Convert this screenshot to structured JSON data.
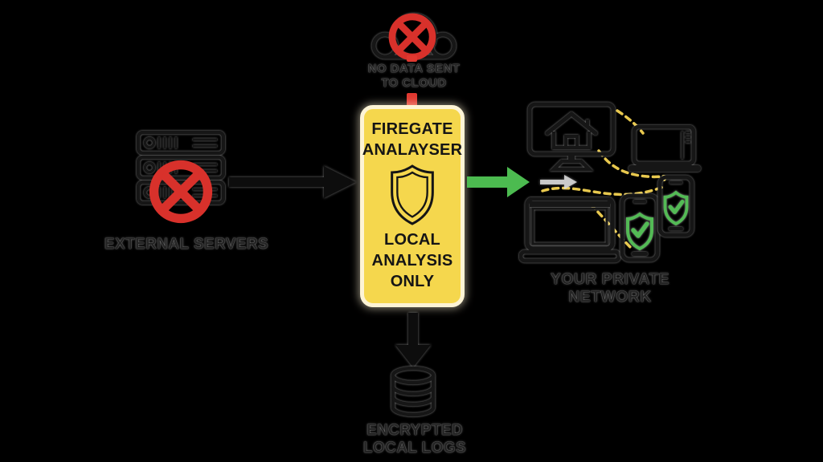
{
  "diagram": {
    "colors": {
      "background": "#000000",
      "box_fill": "#F5D74D",
      "box_border": "#FDF4D5",
      "red": "#D8312B",
      "green_arrow": "#4CBB50",
      "shield_green": "#53BA55",
      "dash_yellow": "#E8C84E",
      "icon_dark": "#161616"
    },
    "cloud": {
      "icon": "cloud-blocked-icon",
      "label": [
        "NO DATA SENT",
        "TO CLOUD"
      ]
    },
    "external": {
      "icon": "server-rack-blocked-icon",
      "label": "EXTERNAL SERVERS"
    },
    "analyser": {
      "icon": "shield-icon",
      "title": [
        "FIREGATE",
        "ANALAYSER"
      ],
      "body": [
        "LOCAL",
        "ANALYSIS",
        "ONLY"
      ]
    },
    "network": {
      "icons": [
        "desktop-home-icon",
        "laptop-icon",
        "laptop-front-icon",
        "phone-shield-icon",
        "phone-shield-small-icon",
        "network-flow-dashes",
        "gray-arrow-icon"
      ],
      "label": "YOUR PRIVATE NETWORK"
    },
    "logs": {
      "icon": "database-icon",
      "label": [
        "ENCRYPTED",
        "LOCAL LOGS"
      ]
    }
  }
}
